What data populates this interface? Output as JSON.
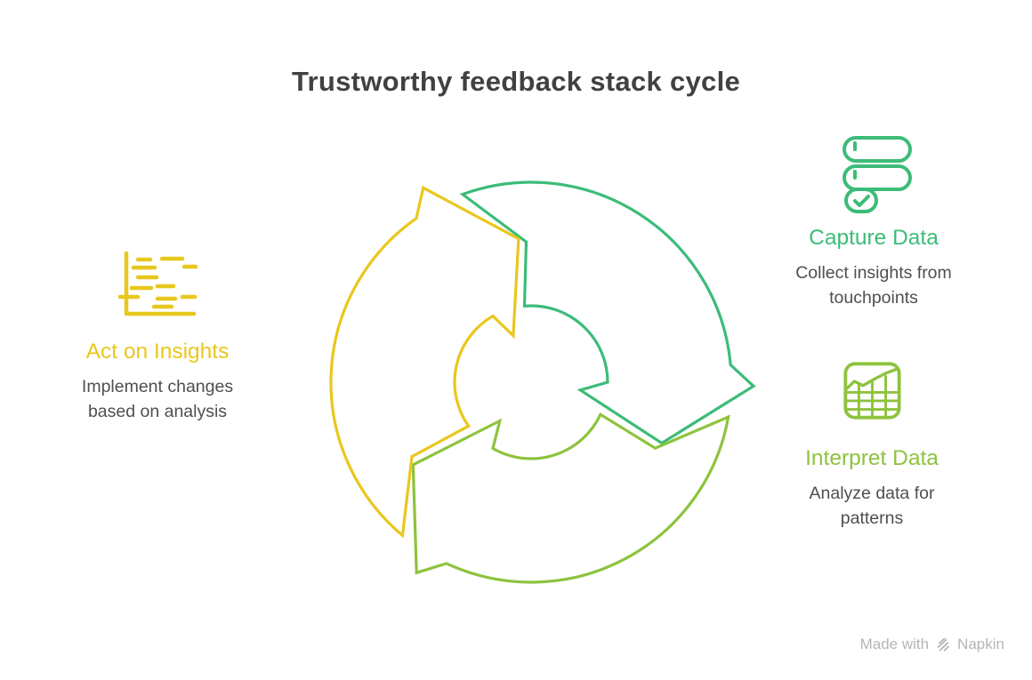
{
  "title": "Trustworthy feedback stack cycle",
  "cycle": {
    "type": "cycle-diagram",
    "direction": "clockwise",
    "steps": [
      {
        "label": "Capture Data",
        "description": "Collect insights from touchpoints",
        "color": "#3cbc78",
        "icon": "form-rows-check-icon",
        "position": "top-right"
      },
      {
        "label": "Interpret Data",
        "description": "Analyze data for patterns",
        "color": "#8dc33d",
        "icon": "chart-grid-icon",
        "position": "right"
      },
      {
        "label": "Act on Insights",
        "description": "Implement changes based on analysis",
        "color": "#e9c71d",
        "icon": "scatter-dashes-icon",
        "position": "left"
      }
    ]
  },
  "footer": {
    "made_with": "Made with",
    "brand": "Napkin",
    "color": "#b5b5b9"
  },
  "colors": {
    "title": "#414141",
    "description": "#4f4f4f",
    "background": "#ffffff"
  }
}
